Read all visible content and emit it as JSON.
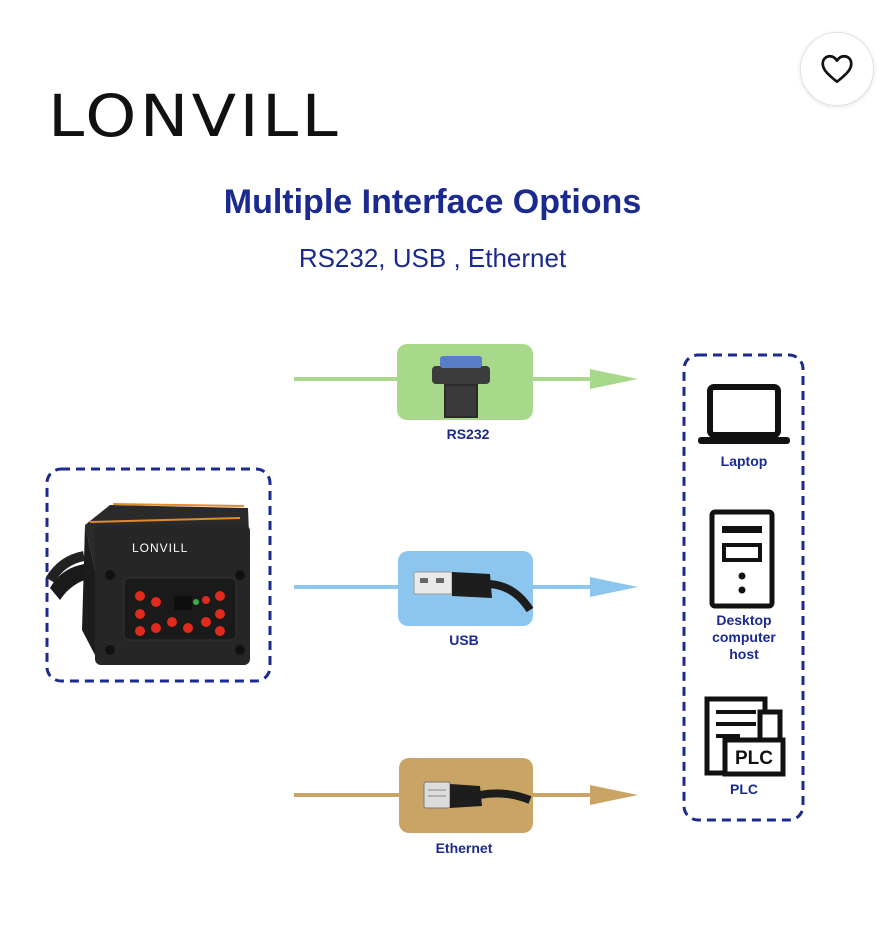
{
  "brand": {
    "name": "LONVILL",
    "device_label": "LONVILL"
  },
  "header": {
    "title": "Multiple Interface Options",
    "subtitle": "RS232, USB , Ethernet"
  },
  "interfaces": [
    {
      "label": "RS232",
      "color": "#a8d98a"
    },
    {
      "label": "USB",
      "color": "#8cc6ee"
    },
    {
      "label": "Ethernet",
      "color": "#c9a465"
    }
  ],
  "devices": [
    {
      "label": "Laptop"
    },
    {
      "label_lines": [
        "Desktop",
        "computer",
        "host"
      ]
    },
    {
      "label": "PLC",
      "icon_text": "PLC"
    }
  ],
  "colors": {
    "accent": "#1b2a8f",
    "dash_border": "#1b2a8f"
  }
}
